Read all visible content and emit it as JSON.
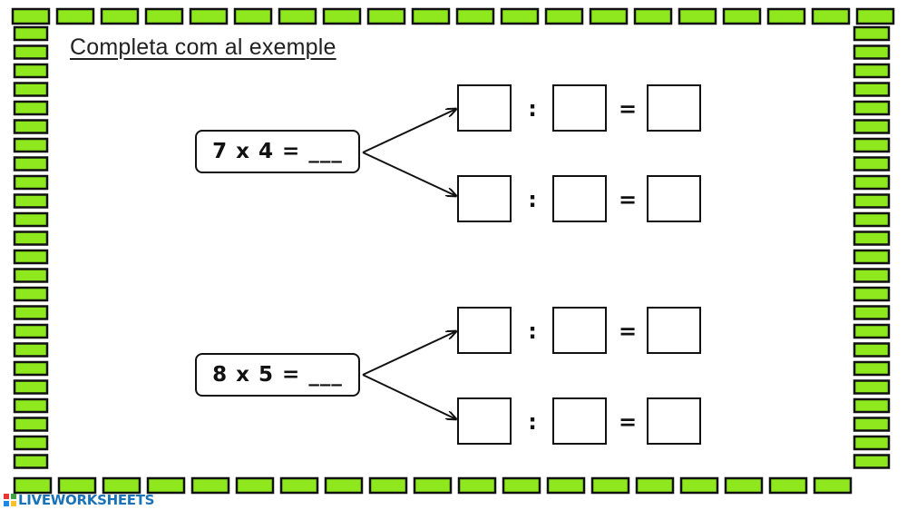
{
  "worksheet": {
    "title": "Completa com al exemple",
    "exercises": [
      {
        "expression": "7 x 4 = ___",
        "rows": [
          {
            "divide_symbol": ":",
            "equals_symbol": "="
          },
          {
            "divide_symbol": ":",
            "equals_symbol": "="
          }
        ]
      },
      {
        "expression": "8 x 5 = ___",
        "rows": [
          {
            "divide_symbol": ":",
            "equals_symbol": "="
          },
          {
            "divide_symbol": ":",
            "equals_symbol": "="
          }
        ]
      }
    ]
  },
  "branding": {
    "name": "LIVEWORKSHEETS",
    "logo_icon": "liveworksheets-logo-icon"
  },
  "colors": {
    "border_fill": "#8ee81d",
    "border_stroke": "#111111",
    "brand_text": "#1a73b8"
  }
}
